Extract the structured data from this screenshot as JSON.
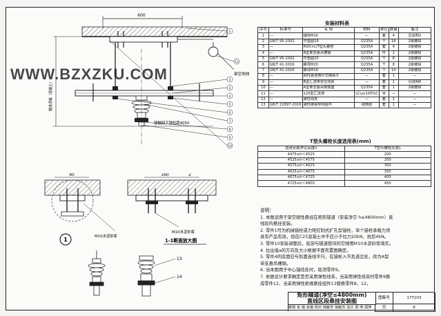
{
  "watermark": "WWW.BZXZKU.COM",
  "main_view": {
    "dim_top": "600",
    "label_overhead_wire": "架空地线",
    "label_catenary_height": "接触网下锚柱距4050",
    "label_left_vertical": "隧道顶板（混凝土）",
    "callouts": [
      "1",
      "2",
      "3",
      "4",
      "5",
      "6",
      "7",
      "8",
      "9",
      "10",
      "11"
    ]
  },
  "section_left": {
    "dim": "90",
    "label_mortar": "M10水泥砂浆",
    "circle_label": "1"
  },
  "section_right": {
    "dim_width": "160",
    "dim_half": "2",
    "label_mortar": "M10水泥砂浆",
    "title": "1-1断面放大图"
  },
  "insulator_view": {
    "callouts": [
      "13",
      "14"
    ]
  },
  "materials_table": {
    "title": "安装材料表",
    "headers": [
      "序号",
      "标准号",
      "名 称",
      "材料",
      "单位",
      "数量",
      "备注"
    ],
    "rows": [
      [
        "1",
        "—",
        "锚栓M16",
        "—",
        "套",
        "4",
        "见说明2"
      ],
      [
        "2",
        "GB/T 95-2002",
        "平垫圈16",
        "Q235A",
        "个",
        "16",
        "2级镀锌"
      ],
      [
        "3",
        "—",
        "M20×L/T型头螺栓",
        "Q235A",
        "套",
        "4",
        "2级镀锌"
      ],
      [
        "4",
        "—",
        "B型单支悬吊槽钢",
        "Q235A",
        "件",
        "1",
        "2级镀锌"
      ],
      [
        "5",
        "GB/T 95-2002",
        "平垫圈20",
        "Q235A",
        "个",
        "8",
        "2级镀锌"
      ],
      [
        "6",
        "GB/T 41-2016",
        "螺母M20",
        "Q235A",
        "个",
        "8",
        "2级镀锌"
      ],
      [
        "7",
        "GB/T 41-2016",
        "螺母M16",
        "Q235A",
        "个",
        "14",
        "2级镀锌"
      ],
      [
        "8",
        "—",
        "刚性悬挂用针式绝缘子",
        "—",
        "套",
        "1",
        "—"
      ],
      [
        "9",
        "—",
        "B型汇流排定位线夹",
        "—",
        "套",
        "1",
        "见说明6"
      ],
      [
        "10",
        "—",
        "A型单支悬吊架底座",
        "Q235A",
        "套",
        "1",
        "2级镀锌"
      ],
      [
        "11",
        "—",
        "120型汇流排",
        "LCu≥100%C",
        "米",
        "—",
        "—"
      ],
      [
        "12",
        "—",
        "弹性线夹",
        "—",
        "套",
        "1",
        "—"
      ],
      [
        "13",
        "GB/T 22897-2016",
        "弹性绝缘导线组件",
        "硅橡胶",
        "套",
        "1",
        "—"
      ]
    ]
  },
  "bolt_table": {
    "title": "T型头螺栓长度选用表(mm)",
    "headers": [
      "适用安装净空高度h",
      "T型头螺栓长度L"
    ],
    "rows": [
      [
        "4475≤h＜4525",
        "200"
      ],
      [
        "4525≤h＜4575",
        "250"
      ],
      [
        "4575≤h＜4625",
        "300"
      ],
      [
        "4625≤h＜4675",
        "350"
      ],
      [
        "4675≤h＜4725",
        "400"
      ],
      [
        "4725≤h＜4800",
        "450"
      ]
    ]
  },
  "notes": {
    "heading": "说明：",
    "lines": [
      "1. 本图适用于架空刚性悬挂在矩形隧道（安装净空 h≤4800mm）直",
      "   线段的悬挂安装。",
      "2. 零件1可为机械锚栓或力矩控制式扩孔型锚栓，单个锚栓承载力须",
      "   具有产品有效，但在C25混凝土中不应小于拉力20kN、抗剪4kN。",
      "3. 零件10安装调整后，底部与隧道壁间的空隙用M10水泥砂浆填实。",
      "4. 拉出值a的方向及大小根据平面布置图确定。",
      "5. 零件4的底面应与轨面连线平行，在锚栓入节及道岔处，改为A型",
      "   单支悬吊槽钢。",
      "6. 当本图用于中心锚结处时，取消零件9。",
      "7. 依据设计要求确定是否采用弹性线夹，当采用弹性线夹时零件9换",
      "   成零件12，当采用弹性绝缘悬挂组件13替换零件8、12。"
    ]
  },
  "title_block": {
    "title_line1": "矩形隧道(净空≤4800mm)",
    "title_line2": "直线区段悬挂安装图",
    "atlas_label": "图集号",
    "atlas_value": "17T203",
    "page_label": "页",
    "page_value": "8",
    "signature_row": "审核 余 锴  余锴  校对 徐敏杰  徐敏杰  设计 郑 萍  郑萍"
  }
}
